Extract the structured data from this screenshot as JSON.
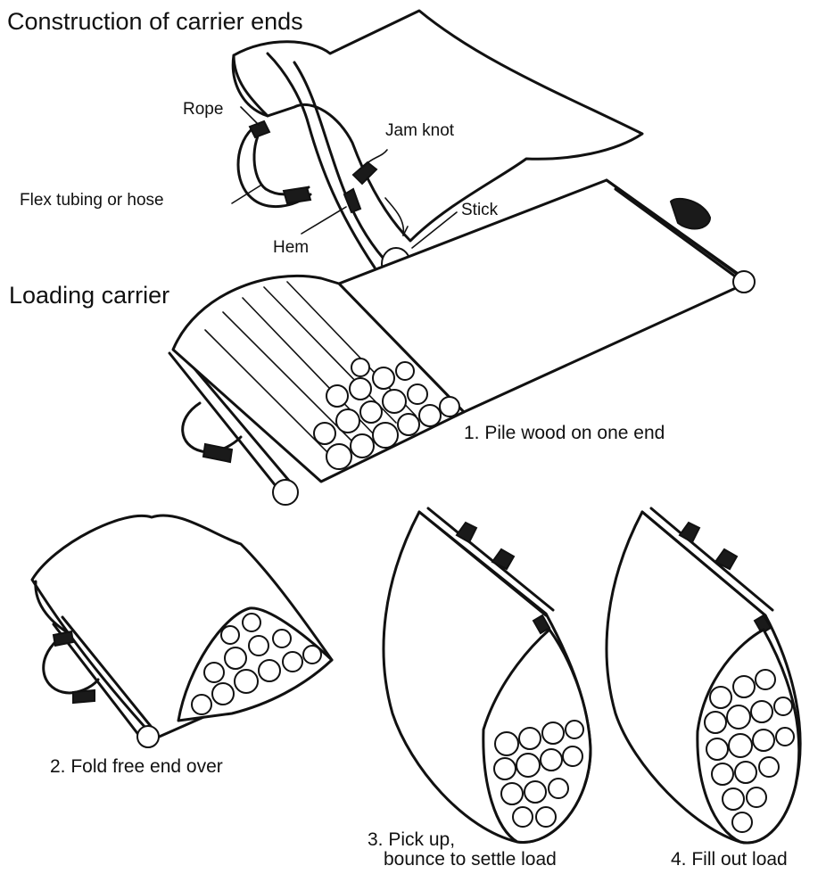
{
  "headings": {
    "construction": "Construction of carrier ends",
    "loading": "Loading carrier"
  },
  "labels": {
    "rope": "Rope",
    "jam_knot": "Jam knot",
    "flex_tubing": "Flex tubing or hose",
    "stick": "Stick",
    "hem": "Hem"
  },
  "steps": {
    "step1": "1. Pile wood on one end",
    "step2": "2. Fold free end over",
    "step3_line1": "3. Pick up,",
    "step3_line2": "bounce to settle load",
    "step4": "4. Fill out load"
  }
}
